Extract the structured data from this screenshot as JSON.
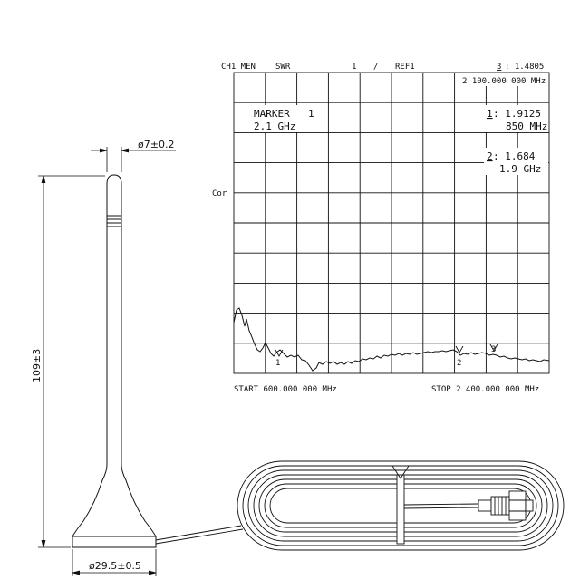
{
  "dimensions": {
    "tip_diameter": "ø7±0.2",
    "height": "109±3",
    "base_diameter": "ø29.5±0.5"
  },
  "analyzer": {
    "header": {
      "channel": "CH1 MEN",
      "mode": "SWR",
      "scale": "1",
      "sep": "/",
      "ref": "REF1"
    },
    "marker3": {
      "index": "3",
      "value": ": 1.4805",
      "freq": "2 100.000 000 MHz"
    },
    "marker_label": {
      "title": "MARKER",
      "index": "1",
      "freq": "2.1 GHz"
    },
    "marker_readout_1": {
      "index": "1",
      "value": ": 1.9125",
      "freq": "850 MHz"
    },
    "marker_readout_2": {
      "index": "2",
      "value": ": 1.684",
      "freq": "1.9 GHz"
    },
    "side_label": "Cor",
    "start": "START 600.000 000 MHz",
    "stop": "STOP 2 400.000 000 MHz",
    "trace_markers": [
      "1",
      "2",
      "3"
    ]
  },
  "colors": {
    "line": "#111111",
    "background": "#ffffff"
  }
}
